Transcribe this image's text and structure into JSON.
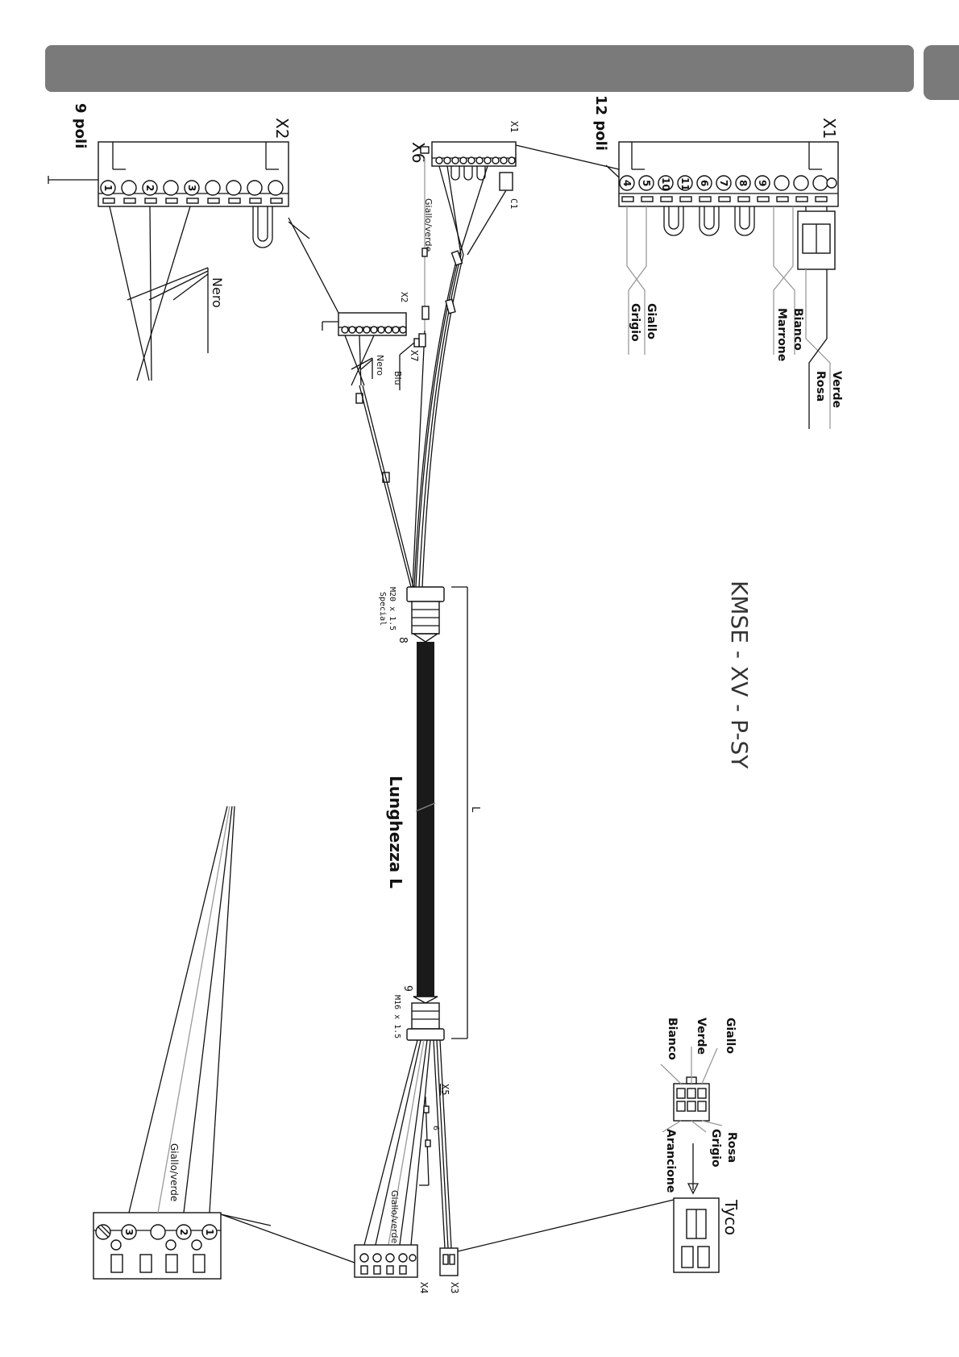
{
  "title": "KMSE - XV - P-SY",
  "length_label": "Lunghezza L",
  "length_symbol": "L",
  "gland_top": {
    "number": "8",
    "spec": "M20 x 1.5",
    "spec2": "Special"
  },
  "gland_bottom": {
    "number": "9",
    "spec": "M16 x 1.5"
  },
  "x1_big": {
    "name": "X1",
    "poles": "12 poli",
    "pins": [
      "4",
      "5",
      "10",
      "11",
      "6",
      "7",
      "8",
      "9"
    ],
    "wires_left": [
      "Giallo",
      "Grigio"
    ],
    "wires_mid": [
      "Bianco",
      "Marrone"
    ],
    "wires_right": [
      "Verde",
      "Rosa"
    ]
  },
  "x2_big": {
    "name": "X2",
    "poles": "9 poli",
    "pins": [
      "1",
      "2",
      "3"
    ],
    "wire": "Nero"
  },
  "small": {
    "x1": "X1",
    "x2": "X2",
    "x6": "X6",
    "c1": "C1",
    "x7": "X7",
    "x5": "X5",
    "x5_sub": "6",
    "x4": "X4",
    "x3": "X3",
    "giallo_verde": "Giallo/verde",
    "nero": "Nero",
    "blu": "Blu"
  },
  "tyco": {
    "name": "Tyco",
    "wires_top": [
      "Giallo",
      "Verde",
      "Bianco"
    ],
    "wires_bottom": [
      "Rosa",
      "Grigio",
      "Arancione"
    ]
  },
  "x4_big": {
    "pins": [
      "1",
      "2",
      "3"
    ],
    "wire": "Giallo/verde"
  }
}
